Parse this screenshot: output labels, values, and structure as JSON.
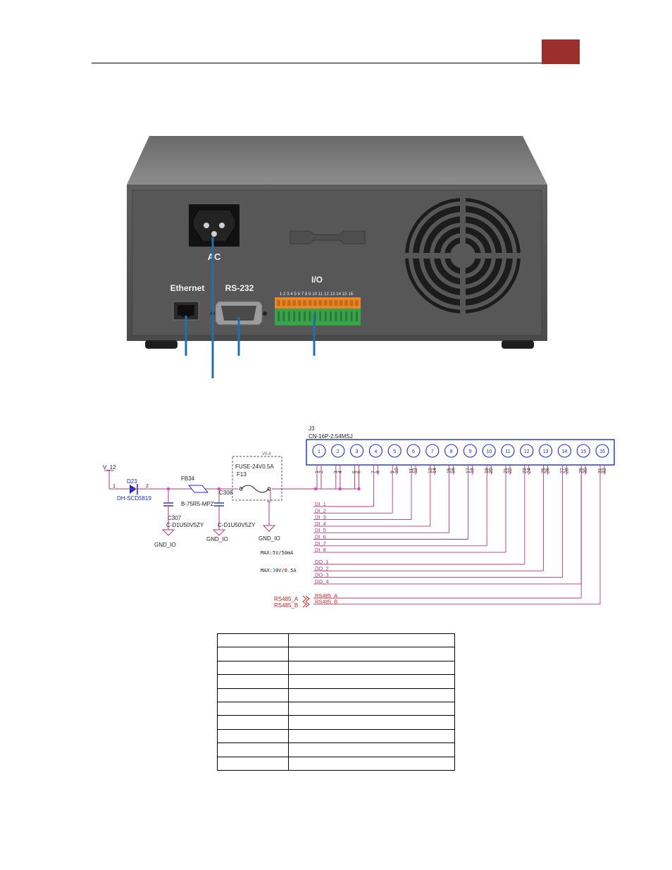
{
  "header": {
    "badge_color": "#9b2f2b"
  },
  "device": {
    "labels": {
      "ac": "AC",
      "ethernet": "Ethernet",
      "rs232": "RS-232",
      "io": "I/O",
      "io_pins": "1 2 3 4 5 6 7 8 9 10 11 12 13 14 15 16"
    },
    "icons": [
      "power-inlet-icon",
      "rj45-port-icon",
      "db9-connector-icon",
      "terminal-block-icon",
      "fan-grille-icon"
    ],
    "callout_color": "#1f6fb2"
  },
  "schematic": {
    "connector_ref": "J3",
    "connector_part": "CN-16P-2.54MSJ",
    "connector_pins": [
      "1",
      "2",
      "3",
      "4",
      "5",
      "6",
      "7",
      "8",
      "9",
      "10",
      "11",
      "12",
      "13",
      "14",
      "15",
      "16"
    ],
    "pin_numbers": [
      "1",
      "2",
      "3",
      "4",
      "5",
      "6",
      "7",
      "8",
      "9",
      "10",
      "11",
      "12",
      "13",
      "14",
      "15",
      "16",
      "17",
      "18",
      "19",
      "20",
      "21",
      "22",
      "23",
      "24",
      "25",
      "26",
      "27",
      "28",
      "29",
      "30",
      "31",
      "32"
    ],
    "v12": "V_12",
    "diode_ref": "D23",
    "diode_part": "DH-SCD5819",
    "ferrite_ref": "FB34",
    "ferrite_part": "B-75R5-MPZ",
    "cap1_ref": "C307",
    "cap1_part": "C-D1U50V5ZY",
    "cap2_ref": "C308",
    "cap2_part": "C-D1U50V5ZY",
    "fuse_part": "FUSE-24V0.5A",
    "fuse_ref": "F13",
    "fuse_tag": "V0.4",
    "gnd": "GND_IO",
    "net_one": "1",
    "net_two": "2",
    "di_nets": [
      "DI_1",
      "DI_2",
      "DI_3",
      "DI_4",
      "DI_5",
      "DI_6",
      "DI_7",
      "DI_8"
    ],
    "di_max": "MAX:5V/50mA",
    "do_nets": [
      "DO_1",
      "DO_2",
      "DO_3",
      "DO_4"
    ],
    "do_max_prefix": "MAX:",
    "do_max_highlight": "3",
    "do_max_suffix": "0V/0.5A",
    "rs485_nets": [
      "RS485_A",
      "RS485_B"
    ],
    "colors": {
      "wire": "#b03a78",
      "blue": "#1a2fc0",
      "red": "#cc2222",
      "junction": "#e040c0"
    }
  },
  "table": {
    "rows": 10,
    "cells": []
  }
}
